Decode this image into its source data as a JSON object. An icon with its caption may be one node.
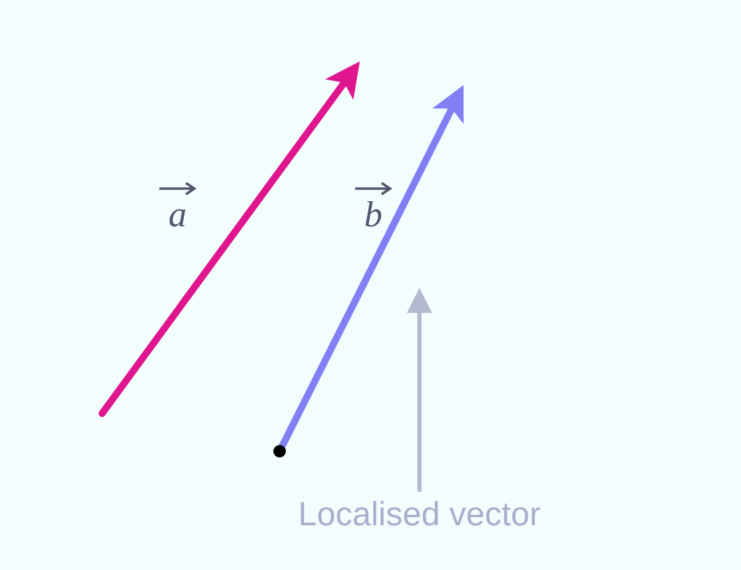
{
  "diagram": {
    "nodes": [
      {
        "text": [
          "Localised vector"
        ]
      },
      {
        "text": [],
        "shape": "arrow"
      }
    ],
    "edges": [
      {
        "from": 0,
        "to": 1,
        "arrow": "to",
        "color": "#b3b9cf"
      }
    ],
    "labels": [
      "a",
      "b"
    ]
  }
}
